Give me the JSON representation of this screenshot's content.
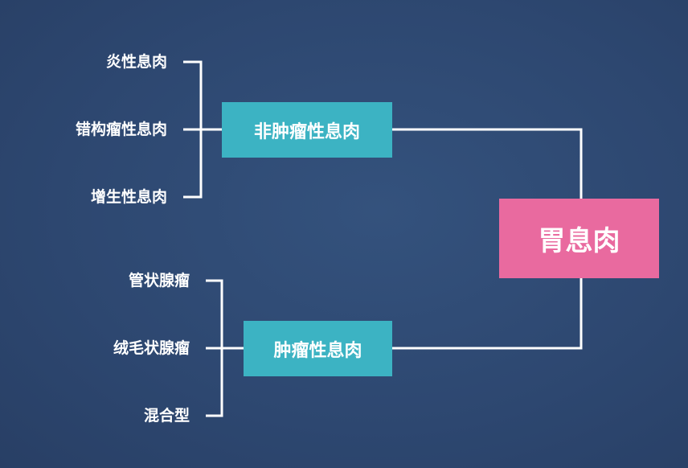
{
  "colors": {
    "background": "#2f4a72",
    "branch_box": "#3cb3c3",
    "root_box": "#e96a9f",
    "line": "#ffffff",
    "text": "#ffffff"
  },
  "diagram": {
    "root": {
      "label": "胃息肉"
    },
    "branches": [
      {
        "label": "非肿瘤性息肉",
        "children": [
          "炎性息肉",
          "错构瘤性息肉",
          "增生性息肉"
        ]
      },
      {
        "label": "肿瘤性息肉",
        "children": [
          "管状腺瘤",
          "绒毛状腺瘤",
          "混合型"
        ]
      }
    ]
  }
}
